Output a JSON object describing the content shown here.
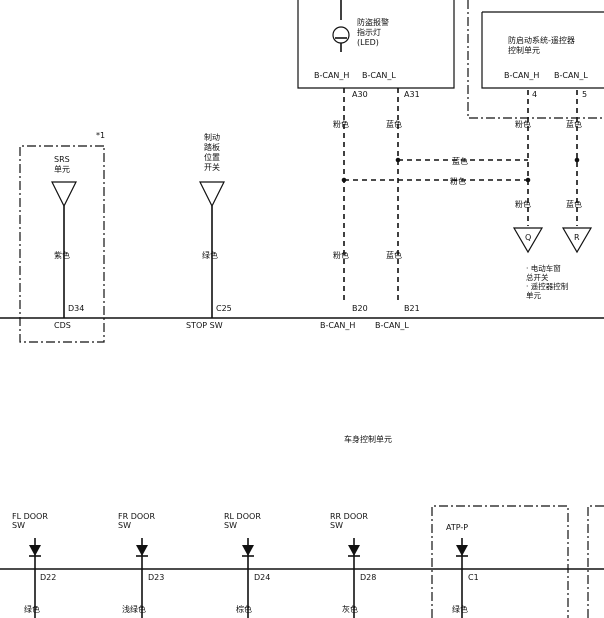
{
  "top_modules": {
    "immobilizer_led": {
      "label_lines": [
        "防盗报警",
        "指示灯",
        "(LED)"
      ],
      "pins": [
        "B-CAN_H",
        "B-CAN_L"
      ],
      "terms": [
        "A30",
        "A31"
      ]
    },
    "antitheft_ctrl": {
      "label_lines": [
        "防启动系统-遥控器",
        "控制单元"
      ],
      "pins": [
        "B-CAN_H",
        "B-CAN_L"
      ],
      "terms": [
        "4",
        "5"
      ]
    }
  },
  "srs": {
    "note": "*1",
    "label_lines": [
      "SRS",
      "单元"
    ],
    "wire_color": "紫色",
    "term": "D34",
    "pin": "CDS"
  },
  "brake": {
    "label_lines": [
      "制动",
      "踏板",
      "位置",
      "开关"
    ],
    "wire_color": "绿色",
    "term": "C25",
    "pin": "STOP SW"
  },
  "can_bus": {
    "upper_colors": [
      "粉色",
      "蓝色"
    ],
    "cross_colors": [
      "蓝色",
      "粉色"
    ],
    "lower_colors": [
      "粉色",
      "蓝色"
    ],
    "right_colors": [
      "粉色",
      "蓝色"
    ],
    "right_lower_colors": [
      "粉色",
      "蓝色"
    ],
    "terms": [
      "B20",
      "B21"
    ],
    "pins": [
      "B-CAN_H",
      "B-CAN_L"
    ],
    "connectors": [
      "Q",
      "R"
    ],
    "note_lines": [
      "· 电动车窗",
      "  总开关",
      "· 遥控器控制",
      "  单元"
    ]
  },
  "body_control_unit": "车身控制单元",
  "doors": [
    {
      "label_lines": [
        "FL DOOR",
        "SW"
      ],
      "term": "D22",
      "color": "绿色"
    },
    {
      "label_lines": [
        "FR DOOR",
        "SW"
      ],
      "term": "D23",
      "color": "浅绿色"
    },
    {
      "label_lines": [
        "RL DOOR",
        "SW"
      ],
      "term": "D24",
      "color": "棕色"
    },
    {
      "label_lines": [
        "RR DOOR",
        "SW"
      ],
      "term": "D28",
      "color": "灰色"
    },
    {
      "label_lines": [
        "ATP-P"
      ],
      "term": "C1",
      "color": "绿色"
    }
  ]
}
